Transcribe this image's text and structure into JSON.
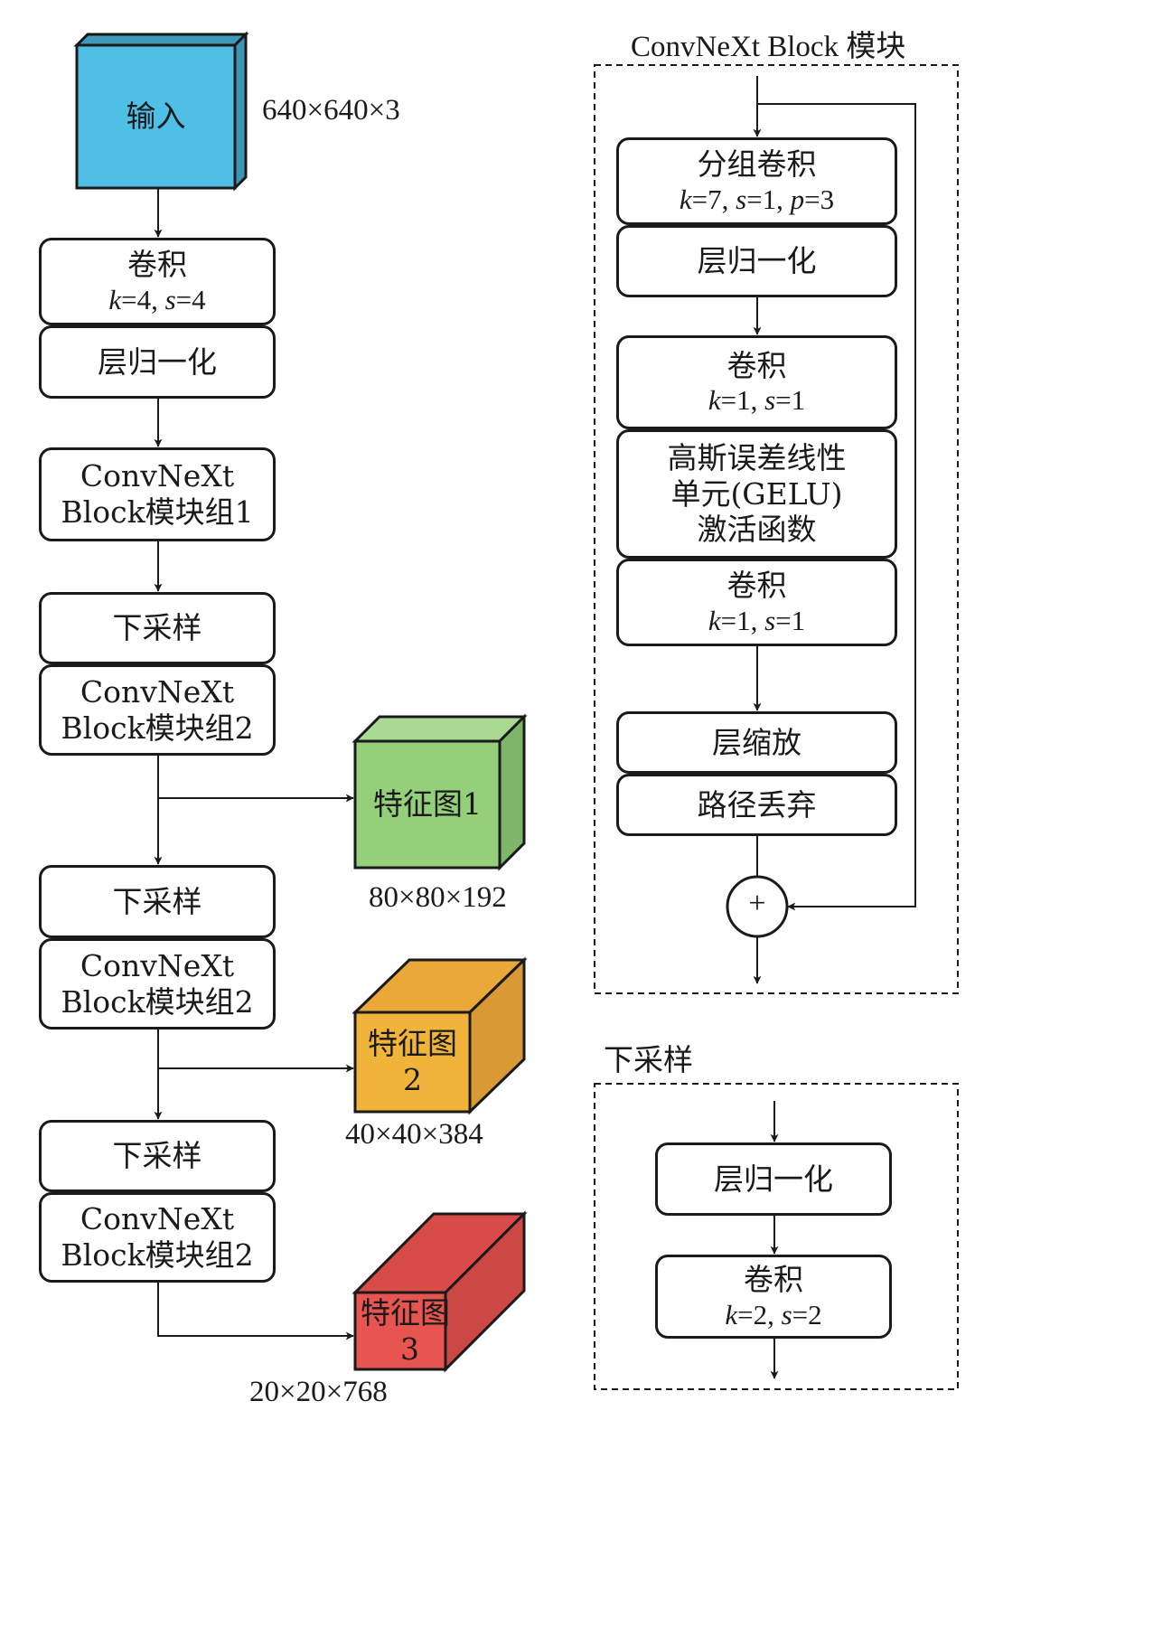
{
  "input": {
    "label": "输入",
    "size": "640×640×3",
    "color": "#4fbfe6"
  },
  "stem": {
    "conv": {
      "label": "卷积",
      "params": [
        {
          "k": "k",
          "v": "=4, "
        },
        {
          "k": "s",
          "v": "=4"
        }
      ]
    },
    "norm": {
      "label": "层归一化"
    }
  },
  "stage1": {
    "block": [
      "ConvNeXt",
      "Block模块组1"
    ]
  },
  "stage2": {
    "down": "下采样",
    "block": [
      "ConvNeXt",
      "Block模块组2"
    ]
  },
  "stage3": {
    "down": "下采样",
    "block": [
      "ConvNeXt",
      "Block模块组2"
    ]
  },
  "stage4": {
    "down": "下采样",
    "block": [
      "ConvNeXt",
      "Block模块组2"
    ]
  },
  "feature_maps": [
    {
      "label": [
        "特征图1"
      ],
      "size": "80×80×192",
      "color": "#94cf7a"
    },
    {
      "label": [
        "特征图",
        "2"
      ],
      "size": "40×40×384",
      "color": "#f0b43a"
    },
    {
      "label": [
        "特征图",
        "3"
      ],
      "size": "20×20×768",
      "color": "#e85450"
    }
  ],
  "convnext_block": {
    "title": "ConvNeXt Block 模块",
    "group_conv": {
      "label": "分组卷积",
      "params": [
        {
          "k": "k",
          "v": "=7, "
        },
        {
          "k": "s",
          "v": "=1, "
        },
        {
          "k": "p",
          "v": "=3"
        }
      ]
    },
    "norm": "层归一化",
    "conv1": {
      "label": "卷积",
      "params": [
        {
          "k": "k",
          "v": "=1, "
        },
        {
          "k": "s",
          "v": "=1"
        }
      ]
    },
    "gelu": [
      "高斯误差线性",
      "单元(GELU)",
      "激活函数"
    ],
    "conv2": {
      "label": "卷积",
      "params": [
        {
          "k": "k",
          "v": "=1, "
        },
        {
          "k": "s",
          "v": "=1"
        }
      ]
    },
    "layer_scale": "层缩放",
    "drop_path": "路径丢弃",
    "add_symbol": "+"
  },
  "downsample_block": {
    "title": "下采样",
    "norm": "层归一化",
    "conv": {
      "label": "卷积",
      "params": [
        {
          "k": "k",
          "v": "=2, "
        },
        {
          "k": "s",
          "v": "=2"
        }
      ]
    }
  }
}
